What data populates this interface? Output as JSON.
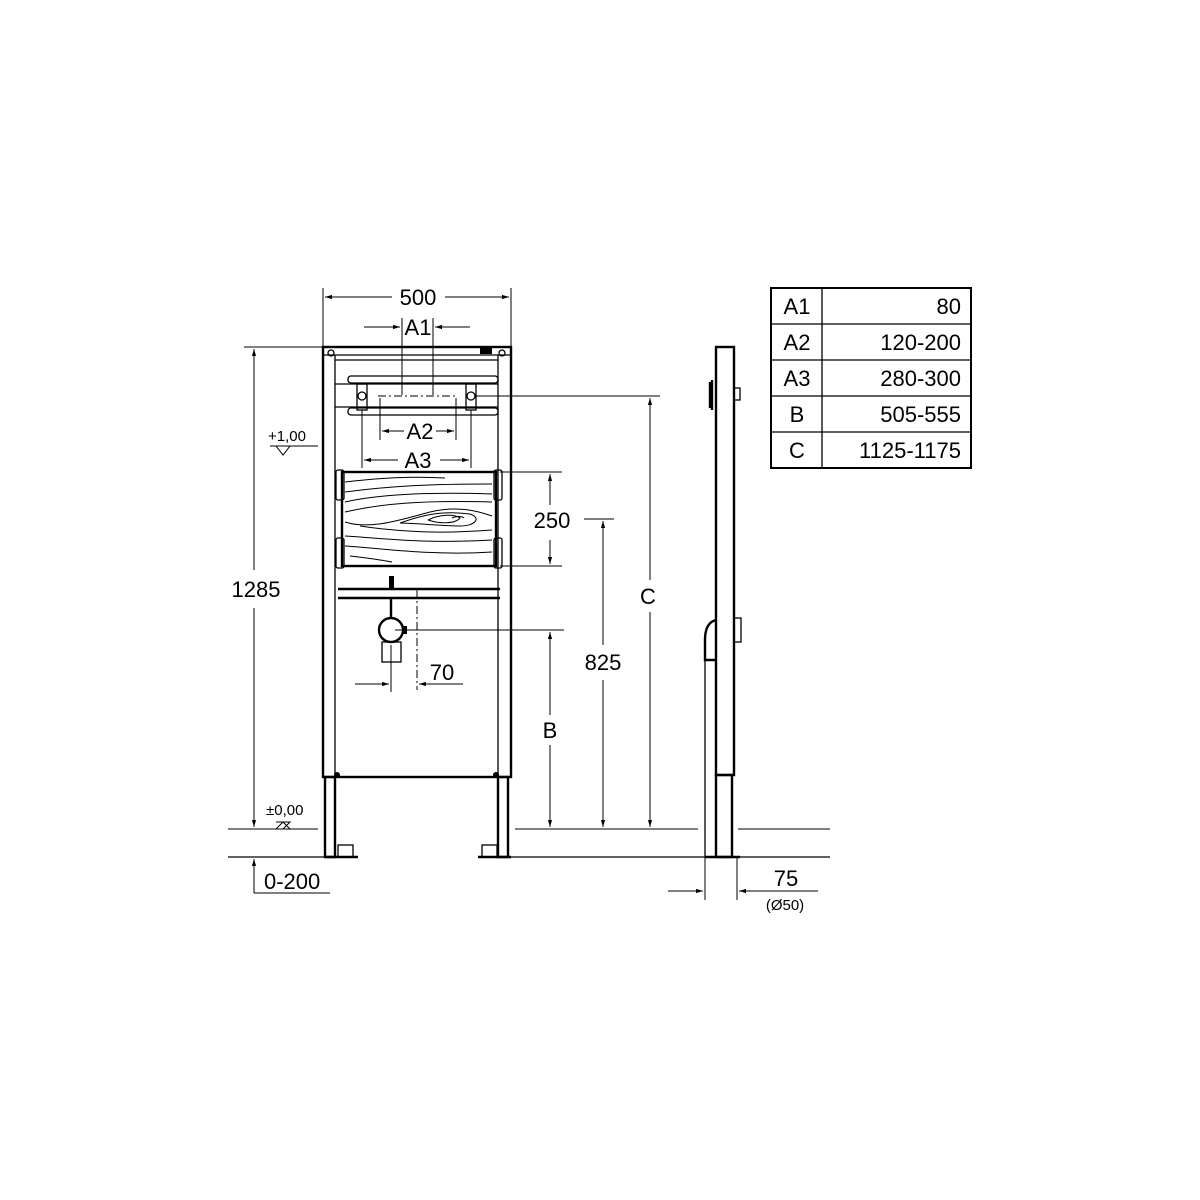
{
  "dimensions": {
    "width": "500",
    "a1": "A1",
    "a2": "A2",
    "a3": "A3",
    "height_total": "1285",
    "board": "250",
    "c": "C",
    "b": "B",
    "d825": "825",
    "d70": "70",
    "level_top": "+1,00",
    "level_zero": "±0,00",
    "adjust": "0-200",
    "depth": "75",
    "pipe": "(Ø50)"
  },
  "table": {
    "rows": [
      {
        "key": "A1",
        "value": "80"
      },
      {
        "key": "A2",
        "value": "120-200"
      },
      {
        "key": "A3",
        "value": "280-300"
      },
      {
        "key": "B",
        "value": "505-555"
      },
      {
        "key": "C",
        "value": "1125-1175"
      }
    ]
  }
}
